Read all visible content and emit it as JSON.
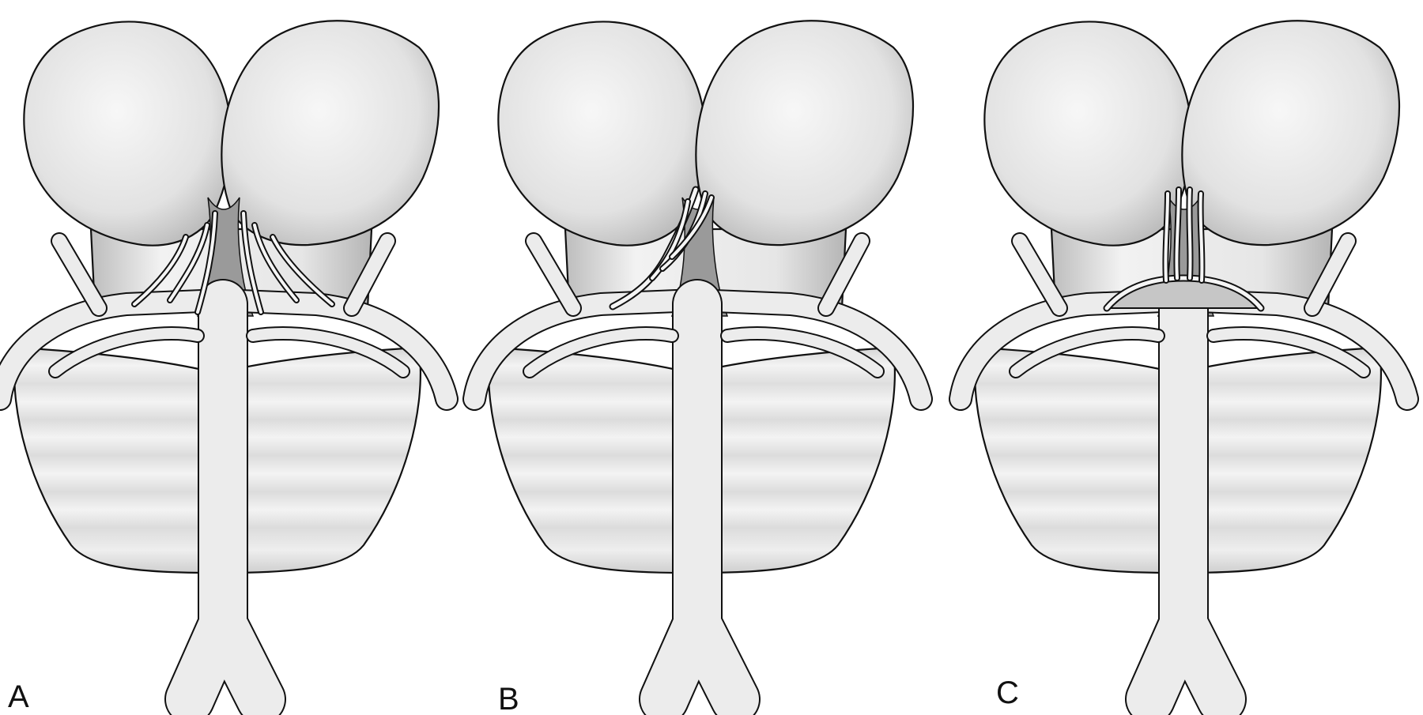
{
  "panels": [
    {
      "label": "A",
      "variant": "fan"
    },
    {
      "label": "B",
      "variant": "single-trunk"
    },
    {
      "label": "C",
      "variant": "arcade"
    }
  ],
  "colors": {
    "outline": "#111111",
    "fill_light": "#f4f4f4",
    "fill_shadow": "#b9b9b9",
    "background": "#ffffff"
  }
}
